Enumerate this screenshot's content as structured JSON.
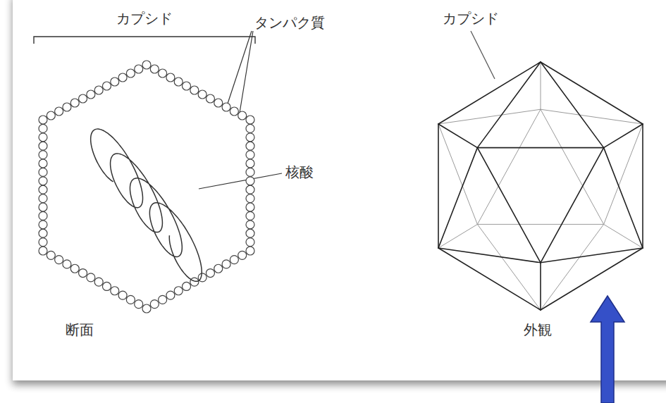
{
  "diagram": {
    "labels": [
      "カプシド",
      "タンパク質",
      "核酸",
      "断面",
      "カプシド",
      "外観"
    ]
  }
}
